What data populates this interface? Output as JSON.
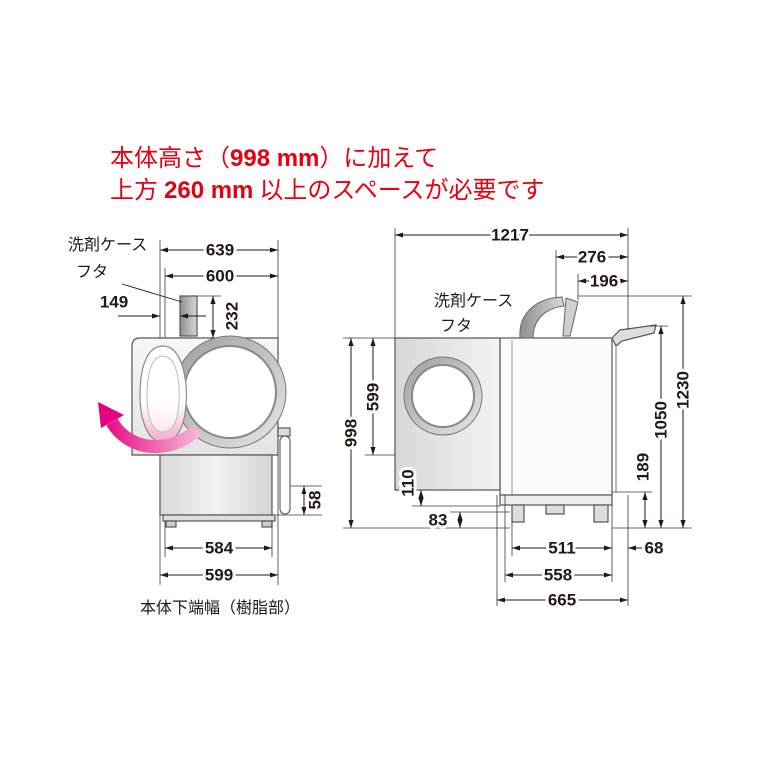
{
  "header": {
    "line1": {
      "before": "本体高さ（",
      "emphasis": "998 mm",
      "after": "）に加えて"
    },
    "line2": {
      "before": "上方",
      "emphasis": "260 mm",
      "after": "以上のスペースが必要です"
    }
  },
  "front_view": {
    "callout": {
      "line1": "洗剤ケース",
      "line2": "フタ"
    },
    "dimensions": {
      "top_total_width": "639",
      "top_body_width": "600",
      "case_offset": "149",
      "case_height": "232",
      "hose_height": "58",
      "base_resin_width": "584",
      "base_width": "599"
    },
    "caption": "本体下端幅（樹脂部）"
  },
  "side_view": {
    "callout": {
      "line1": "洗剤ケース",
      "line2": "フタ"
    },
    "dimensions": {
      "total_depth": "1217",
      "lid_depth": "276",
      "case_depth": "196",
      "body_height": "998",
      "front_height": "599",
      "front_lift": "110",
      "base_clearance": "83",
      "open_lid_height": "1230",
      "lid_height": "1050",
      "rear_lift": "189",
      "base_depth": "511",
      "rear_step": "68",
      "body_depth": "558",
      "overall_depth": "665"
    }
  },
  "colors": {
    "red": "#e60012",
    "orange": "#ee7d00",
    "blue": "#2369b3",
    "black": "#231815",
    "arrow": "#e4007f",
    "arrow_light": "#f8b9d7"
  }
}
